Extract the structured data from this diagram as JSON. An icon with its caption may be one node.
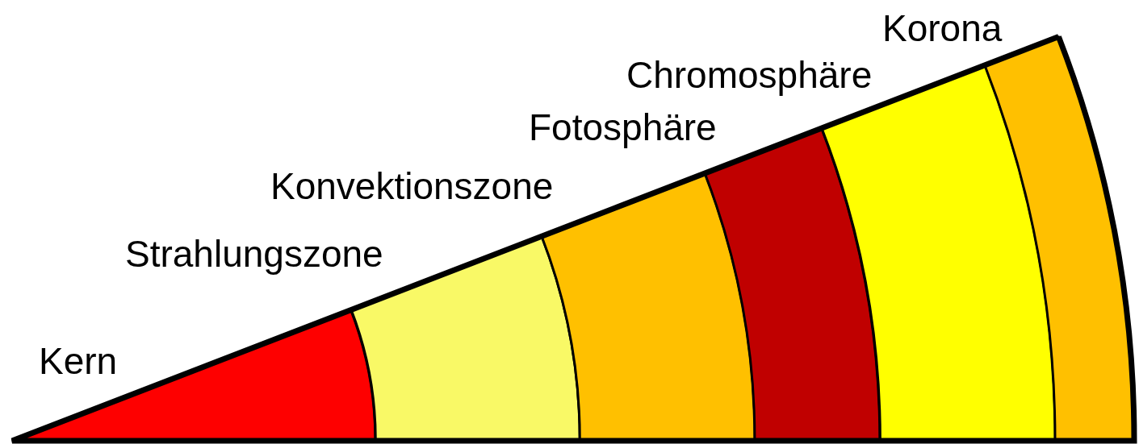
{
  "diagram": {
    "nodes": [
      {
        "text": [
          "Kern"
        ]
      },
      {
        "text": [
          "Strahlungszone"
        ]
      },
      {
        "text": [
          "Konvektionszone"
        ]
      },
      {
        "text": [
          "Fotosphäre"
        ]
      },
      {
        "text": [
          "Chromosphäre"
        ]
      },
      {
        "text": [
          "Korona"
        ]
      }
    ]
  }
}
